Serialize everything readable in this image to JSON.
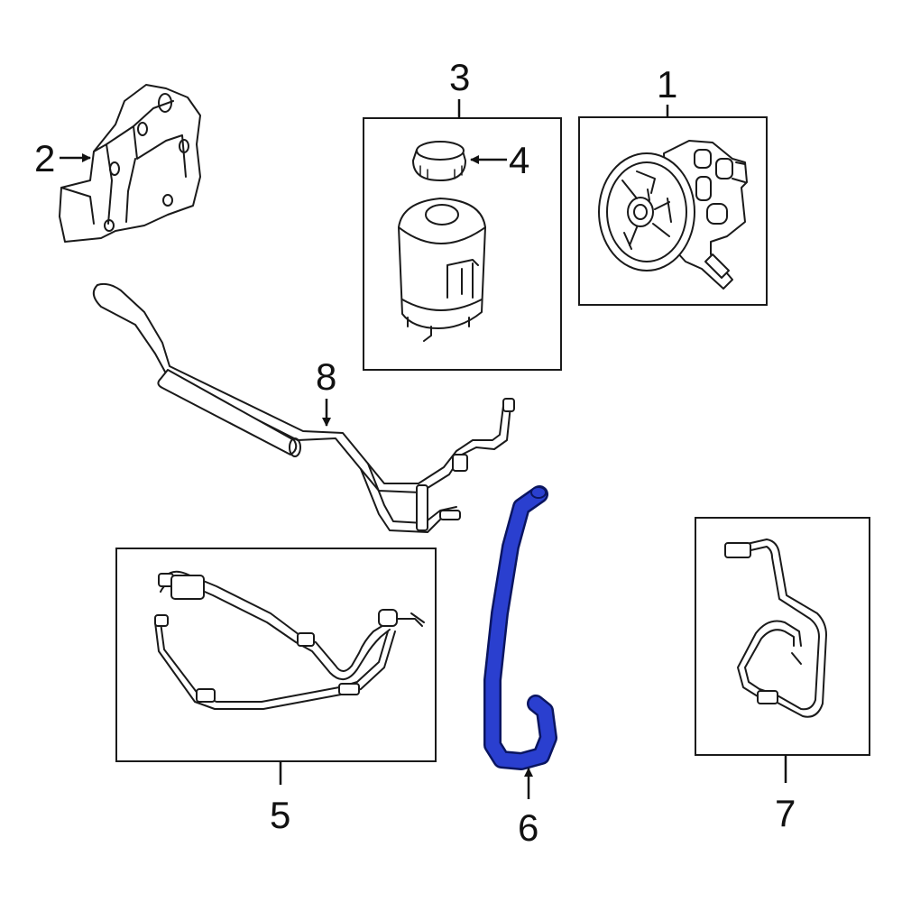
{
  "callouts": {
    "c1": "1",
    "c2": "2",
    "c3": "3",
    "c4": "4",
    "c5": "5",
    "c6": "6",
    "c7": "7",
    "c8": "8"
  },
  "colors": {
    "highlight": "#2a3fcf",
    "highlight_outline": "#0a1560",
    "line": "#1a1a1a"
  }
}
